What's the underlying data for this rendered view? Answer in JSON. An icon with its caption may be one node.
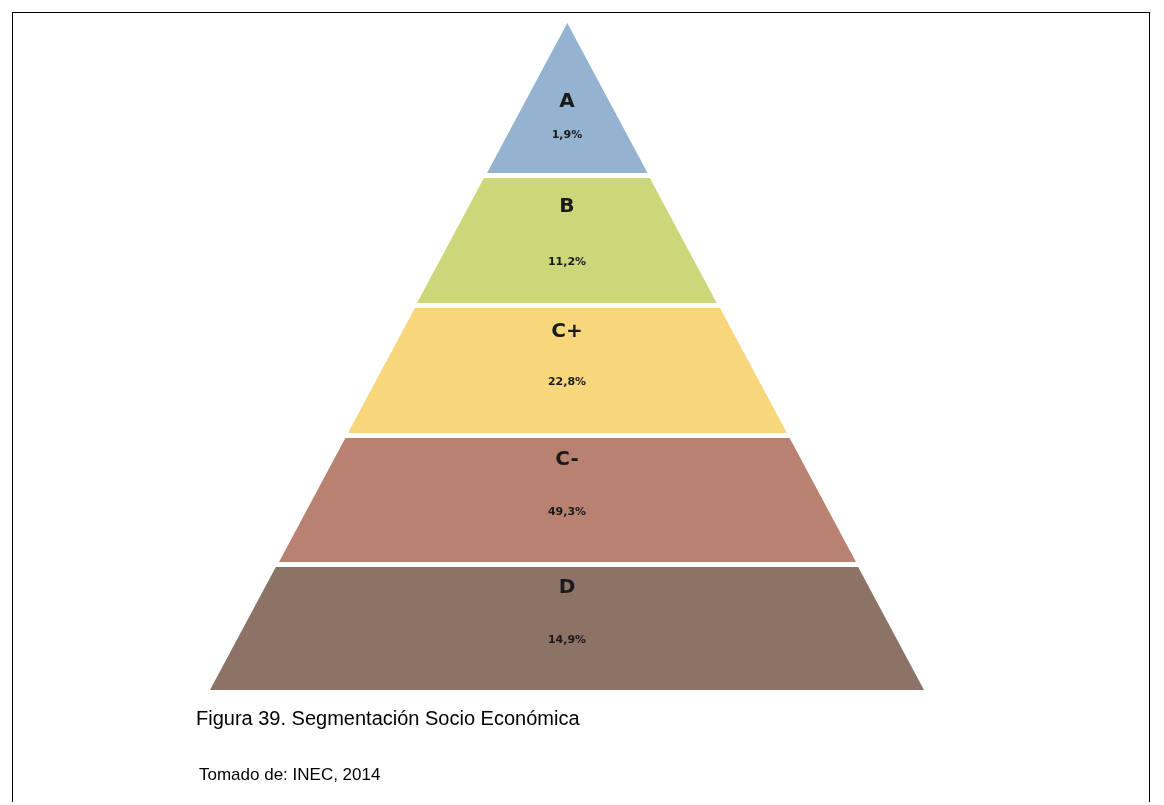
{
  "diagram": {
    "caption": "Figura 39. Segmentación Socio Económica",
    "nodes": [
      {
        "text": [
          "A",
          "1,9%"
        ]
      },
      {
        "text": [
          "B",
          "11,2%"
        ]
      },
      {
        "text": [
          "C+",
          "22,8%"
        ]
      },
      {
        "text": [
          "C-",
          "49,3%"
        ]
      },
      {
        "text": [
          "D",
          "14,9%"
        ]
      }
    ],
    "labels": [
      "Tomado de: INEC, 2014"
    ]
  }
}
